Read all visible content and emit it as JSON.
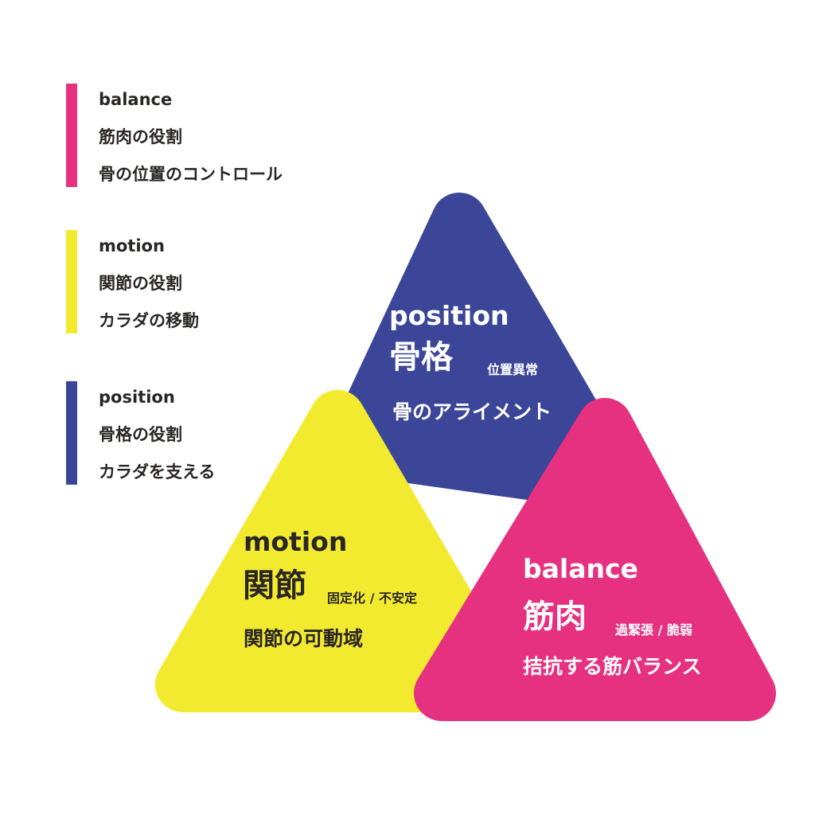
{
  "colors": {
    "balance": "#e5317f",
    "motion": "#f2ea2f",
    "position": "#3c4699",
    "text_dark": "#2a2626",
    "text_light": "#ffffff"
  },
  "legend": [
    {
      "key": "balance",
      "title": "balance",
      "role": "筋肉の役割",
      "detail": "骨の位置のコントロール"
    },
    {
      "key": "motion",
      "title": "motion",
      "role": "関節の役割",
      "detail": "カラダの移動"
    },
    {
      "key": "position",
      "title": "position",
      "role": "骨格の役割",
      "detail": "カラダを支える"
    }
  ],
  "triangles": {
    "position": {
      "en": "position",
      "kanji": "骨格",
      "issue": "位置異常",
      "desc": "骨のアライメント"
    },
    "motion": {
      "en": "motion",
      "kanji": "関節",
      "issue": "固定化 / 不安定",
      "desc": "関節の可動域"
    },
    "balance": {
      "en": "balance",
      "kanji": "筋肉",
      "issue": "過緊張 / 脆弱",
      "desc": "拮抗する筋バランス"
    }
  }
}
